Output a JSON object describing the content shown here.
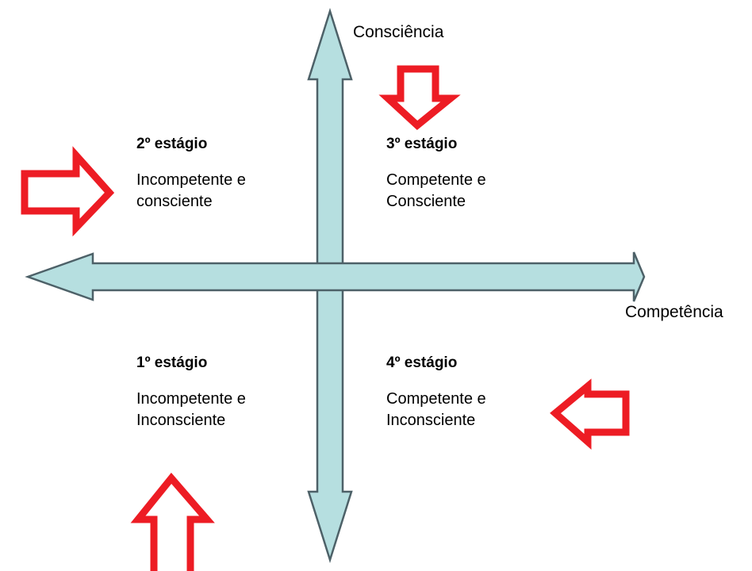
{
  "diagram": {
    "title_axis_vertical": "Consciência",
    "title_axis_horizontal": "Competência",
    "colors": {
      "axis_fill": "#b6dfe0",
      "axis_stroke": "#4d6168",
      "marker": "#ed1c24",
      "text": "#000000",
      "background": "#ffffff"
    },
    "quadrants": [
      {
        "id": "top-left",
        "title": "2º estágio",
        "line1": "Incompetente e",
        "line2": "consciente"
      },
      {
        "id": "top-right",
        "title": "3º estágio",
        "line1": "Competente e",
        "line2": "Consciente"
      },
      {
        "id": "bottom-left",
        "title": "1º estágio",
        "line1": "Incompetente e",
        "line2": "Inconsciente"
      },
      {
        "id": "bottom-right",
        "title": "4º estágio",
        "line1": "Competente e",
        "line2": "Inconsciente"
      }
    ],
    "markers": [
      {
        "id": "marker-right",
        "direction": "right",
        "points_at": "2º estágio"
      },
      {
        "id": "marker-down",
        "direction": "down",
        "points_at": "3º estágio"
      },
      {
        "id": "marker-up",
        "direction": "up",
        "points_at": "1º estágio"
      },
      {
        "id": "marker-left",
        "direction": "left",
        "points_at": "4º estágio"
      }
    ]
  }
}
